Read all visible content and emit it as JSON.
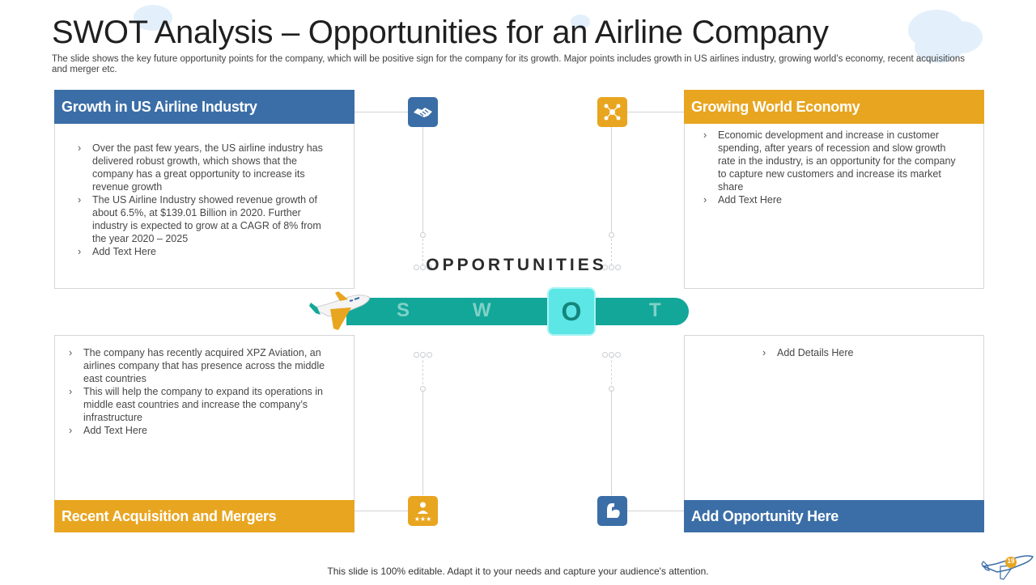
{
  "slide": {
    "title": "SWOT Analysis – Opportunities for an Airline Company",
    "subtitle": "The slide shows the key future opportunity points for the company, which will be positive sign for the company for its growth. Major points includes growth in US airlines industry, growing world’s economy, recent acquisitions and merger etc.",
    "center_label": "OPPORTUNITIES",
    "swot_letters": [
      "S",
      "W",
      "O",
      "T"
    ],
    "footer": "This slide is 100% editable. Adapt it to your needs and capture your audience's attention.",
    "page_number": "19"
  },
  "quadrants": {
    "top_left": {
      "heading": "Growth in US Airline Industry",
      "points": [
        "Over the past few years, the US airline industry has delivered  robust growth, which shows that the company has a great opportunity to increase its revenue  growth",
        "The US Airline Industry showed revenue  growth of about 6.5%, at $139.01 Billion in 2020. Further industry is expected to grow  at a CAGR of 8% from the year 2020 – 2025",
        "Add Text Here"
      ],
      "icon": "handshake-icon"
    },
    "top_right": {
      "heading": "Growing World Economy",
      "points": [
        "Economic development  and increase in customer spending, after years of recession and slow growth rate in the industry, is an opportunity for the company to capture new customers and increase its market share",
        "Add Text Here"
      ],
      "icon": "network-icon"
    },
    "bottom_left": {
      "heading": "Recent Acquisition and Mergers",
      "points": [
        "The company has recently acquired XPZ Aviation, an airlines company that has presence across the middle east countries",
        "This will help the company to expand its operations in middle east countries and increase the company’s infrastructure",
        "Add Text Here"
      ],
      "icon": "star-user-icon"
    },
    "bottom_right": {
      "heading": "Add Opportunity Here",
      "points": [
        "Add Details Here"
      ],
      "icon": "muscle-arm-icon"
    }
  },
  "colors": {
    "blue": "#3b6ea7",
    "gold": "#e8a520",
    "teal": "#13a79a",
    "highlight": "#5ce6e6"
  }
}
